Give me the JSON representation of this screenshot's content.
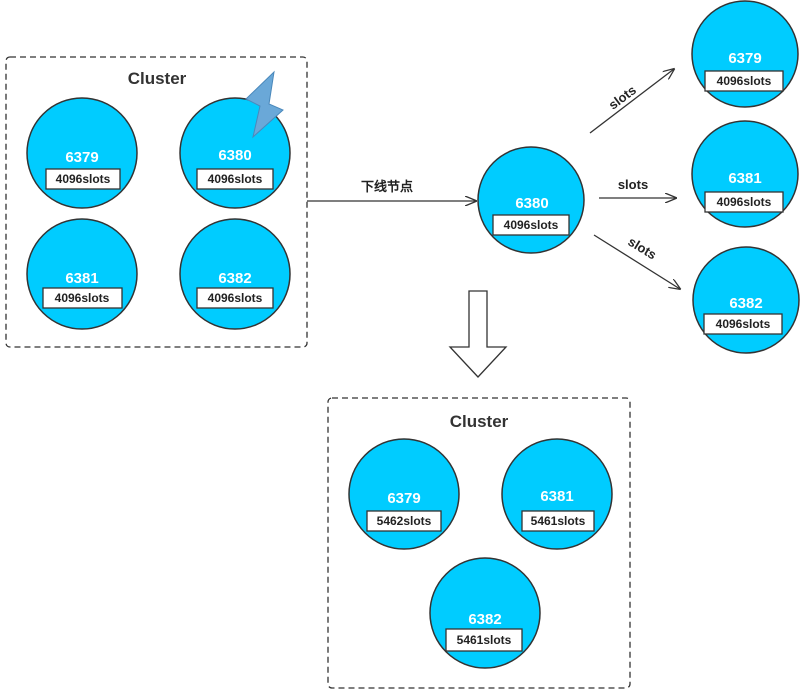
{
  "colors": {
    "node_fill": "#00ccff",
    "node_stroke": "#333333",
    "line": "#333333",
    "bolt": "#6aa8d8"
  },
  "left_cluster": {
    "title": "Cluster",
    "nodes": [
      {
        "port": "6379",
        "slots": "4096slots"
      },
      {
        "port": "6380",
        "slots": "4096slots"
      },
      {
        "port": "6381",
        "slots": "4096slots"
      },
      {
        "port": "6382",
        "slots": "4096slots"
      }
    ]
  },
  "failure_icon": "lightning-bolt-icon",
  "offline_label": "下线节点",
  "offline_node": {
    "port": "6380",
    "slots": "4096slots"
  },
  "redistribution": {
    "edge_labels": [
      "slots",
      "slots",
      "slots"
    ],
    "targets": [
      {
        "port": "6379",
        "slots": "4096slots"
      },
      {
        "port": "6381",
        "slots": "4096slots"
      },
      {
        "port": "6382",
        "slots": "4096slots"
      }
    ]
  },
  "result_cluster": {
    "title": "Cluster",
    "nodes": [
      {
        "port": "6379",
        "slots": "5462slots"
      },
      {
        "port": "6381",
        "slots": "5461slots"
      },
      {
        "port": "6382",
        "slots": "5461slots"
      }
    ]
  }
}
